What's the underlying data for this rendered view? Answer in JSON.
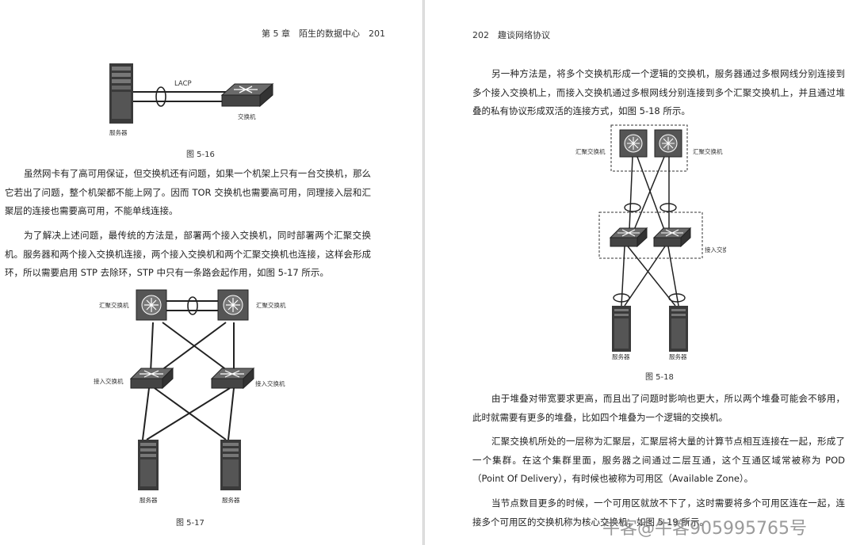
{
  "left": {
    "header": "第 5 章　陌生的数据中心　201",
    "fig16": {
      "lacp": "LACP",
      "server": "服务器",
      "switch": "交换机",
      "caption": "图 5-16"
    },
    "para1": "虽然网卡有了高可用保证，但交换机还有问题，如果一个机架上只有一台交换机，那么它若出了问题，整个机架都不能上网了。因而 TOR 交换机也需要高可用，同理接入层和汇聚层的连接也需要高可用，不能单线连接。",
    "para2": "为了解决上述问题，最传统的方法是，部署两个接入交换机，同时部署两个汇聚交换机。服务器和两个接入交换机连接，两个接入交换机和两个汇聚交换机也连接，这样会形成环，所以需要启用 STP 去除环，STP 中只有一条路会起作用，如图 5-17 所示。",
    "fig17": {
      "agg_left": "汇聚交换机",
      "agg_right": "汇聚交换机",
      "acc_left": "接入交换机",
      "acc_right": "接入交换机",
      "srv_left": "服务器",
      "srv_right": "服务器",
      "caption": "图 5-17"
    }
  },
  "right": {
    "header": "202　趣谈网络协议",
    "para1": "另一种方法是，将多个交换机形成一个逻辑的交换机，服务器通过多根网线分别连接到多个接入交换机上，而接入交换机通过多根网线分别连接到多个汇聚交换机上，并且通过堆叠的私有协议形成双活的连接方式，如图 5-18 所示。",
    "fig18": {
      "agg_left": "汇聚交换机",
      "agg_right": "汇聚交换机",
      "acc": "接入交换机",
      "srv_left": "服务器",
      "srv_right": "服务器",
      "caption": "图 5-18"
    },
    "para2": "由于堆叠对带宽要求更高，而且出了问题时影响也更大，所以两个堆叠可能会不够用，此时就需要有更多的堆叠，比如四个堆叠为一个逻辑的交换机。",
    "para3": "汇聚交换机所处的一层称为汇聚层，汇聚层将大量的计算节点相互连接在一起，形成了一个集群。在这个集群里面，服务器之间通过二层互通，这个互通区域常被称为 POD（Point Of Delivery），有时候也被称为可用区（Available Zone）。",
    "para4": "当节点数目更多的时候，一个可用区就放不下了，这时需要将多个可用区连在一起，连接多个可用区的交换机称为核心交换机，如图 5-19 所示。"
  },
  "watermark": "牛客@牛客905995765号"
}
